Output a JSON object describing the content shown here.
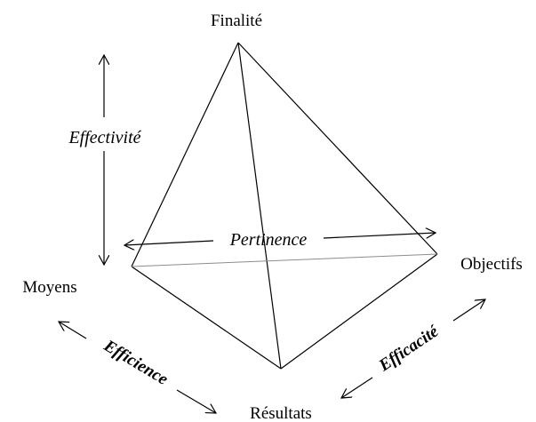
{
  "vertices": {
    "top": "Finalité",
    "left": "Moyens",
    "right": "Objectifs",
    "bottom": "Résultats"
  },
  "dimensions": {
    "effectivite": "Effectivité",
    "pertinence": "Pertinence",
    "efficience": "Efficience",
    "efficacite": "Efficacité"
  },
  "colors": {
    "lines": "#000000",
    "hidden_edge": "#8c8c8c",
    "background": "#ffffff"
  }
}
